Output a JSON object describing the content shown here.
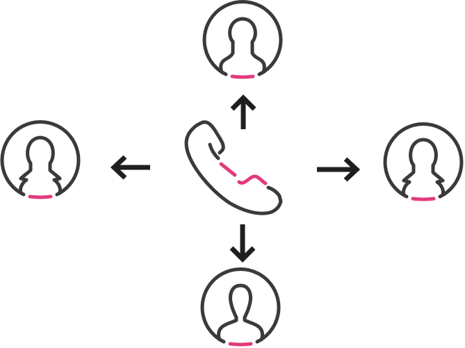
{
  "diagram": {
    "center_icon": "phone-handset-icon",
    "contacts": [
      {
        "position": "top",
        "icon": "female-user-icon"
      },
      {
        "position": "left",
        "icon": "female-user-icon"
      },
      {
        "position": "right",
        "icon": "female-user-icon"
      },
      {
        "position": "bottom",
        "icon": "male-user-icon"
      }
    ],
    "arrows": [
      "up",
      "left",
      "right",
      "down"
    ]
  },
  "colors": {
    "line": "#3a3a3a",
    "accent": "#e23b7d",
    "arrow": "#1f1f1f",
    "background": "#ffffff"
  }
}
